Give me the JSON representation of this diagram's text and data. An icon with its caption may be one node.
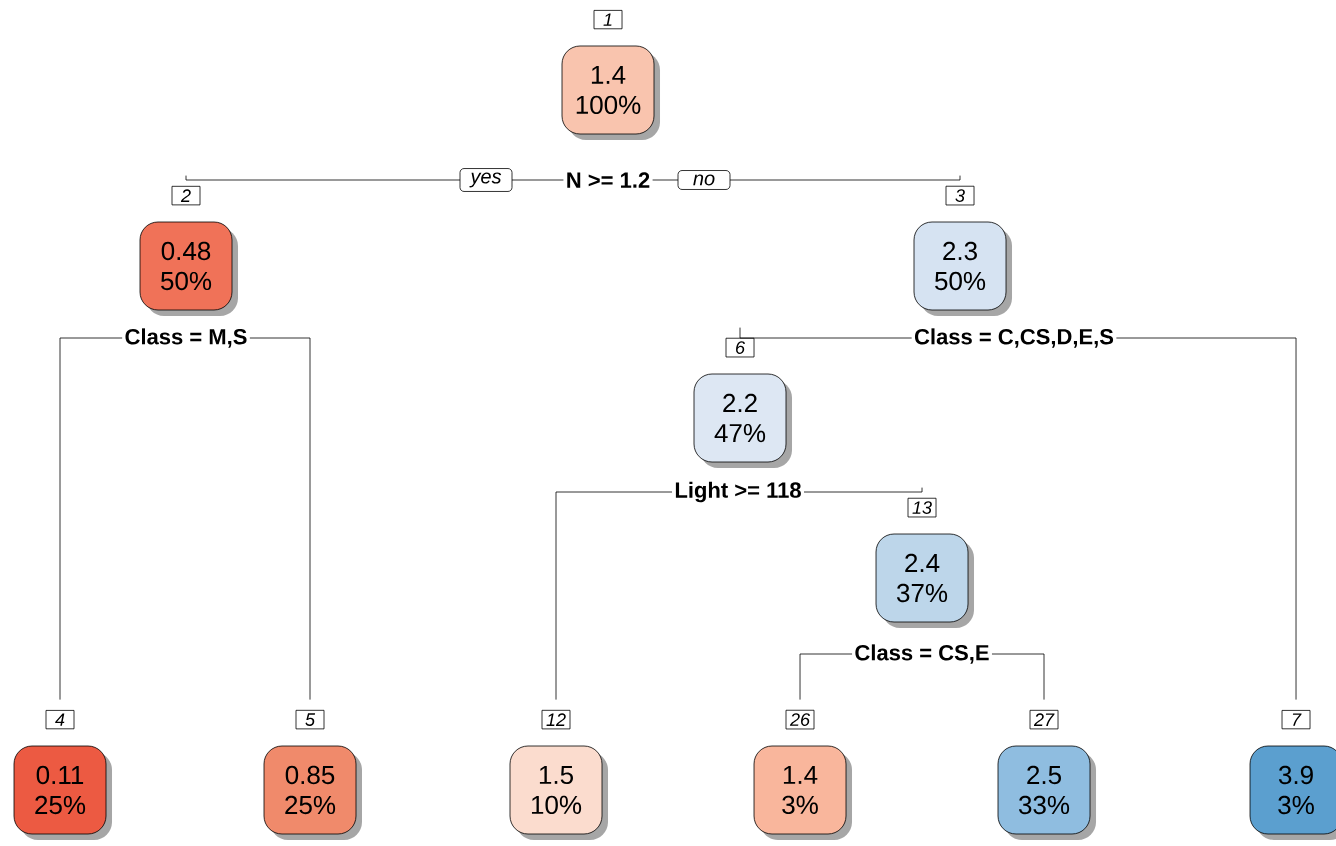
{
  "diagram": {
    "nodes": [
      {
        "text": [
          "1",
          "1.4",
          "100%"
        ]
      },
      {
        "text": [
          "N >= 1.2"
        ]
      },
      {
        "text": [
          "2",
          "0.48",
          "50%"
        ]
      },
      {
        "text": [
          "3",
          "2.3",
          "50%"
        ]
      },
      {
        "text": [
          "Class = M,S"
        ]
      },
      {
        "text": [
          "Class = C,CS,D,E,S"
        ]
      },
      {
        "text": [
          "6",
          "2.2",
          "47%"
        ]
      },
      {
        "text": [
          "Light >= 118"
        ]
      },
      {
        "text": [
          "13",
          "2.4",
          "37%"
        ]
      },
      {
        "text": [
          "Class = CS,E"
        ]
      },
      {
        "text": [
          "4",
          "0.11",
          "25%"
        ]
      },
      {
        "text": [
          "5",
          "0.85",
          "25%"
        ]
      },
      {
        "text": [
          "12",
          "1.5",
          "10%"
        ]
      },
      {
        "text": [
          "26",
          "1.4",
          "3%"
        ]
      },
      {
        "text": [
          "27",
          "2.5",
          "33%"
        ]
      },
      {
        "text": [
          "7",
          "3.9",
          "3%"
        ]
      }
    ],
    "edges": [
      {
        "from": 1,
        "to": 2,
        "arrow": "none",
        "label": "yes"
      },
      {
        "from": 1,
        "to": 3,
        "arrow": "none",
        "label": "no"
      },
      {
        "from": 4,
        "to": 10,
        "arrow": "none"
      },
      {
        "from": 4,
        "to": 11,
        "arrow": "none"
      },
      {
        "from": 5,
        "to": 6,
        "arrow": "none"
      },
      {
        "from": 5,
        "to": 15,
        "arrow": "none"
      },
      {
        "from": 7,
        "to": 12,
        "arrow": "none"
      },
      {
        "from": 7,
        "to": 8,
        "arrow": "none"
      },
      {
        "from": 9,
        "to": 13,
        "arrow": "none"
      },
      {
        "from": 9,
        "to": 14,
        "arrow": "none"
      }
    ]
  }
}
